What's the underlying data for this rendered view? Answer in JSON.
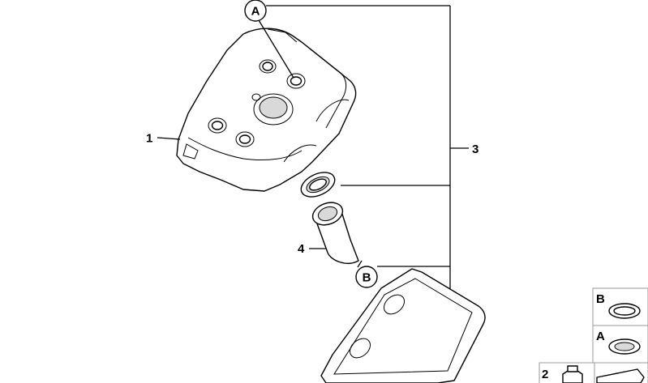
{
  "callouts": {
    "part_1": "1",
    "part_2": "2",
    "part_3": "3",
    "part_4": "4",
    "ref_a": "A",
    "ref_b": "B",
    "inset_b": "B",
    "inset_a": "A"
  }
}
